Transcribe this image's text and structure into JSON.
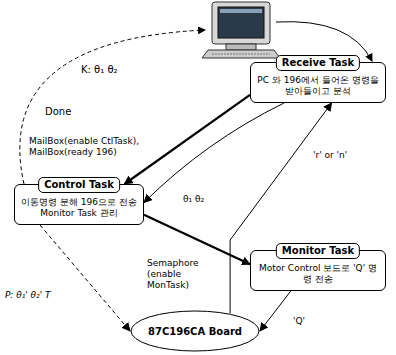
{
  "diagram": {
    "nodes": [
      {
        "text": [
          "Receive Task",
          "PC 와 196에서 들어온 명령을 받아들이고 분석"
        ]
      },
      {
        "text": [
          "Control Task",
          "이동명령 분해 196으로 전송 Monitor Task 관리"
        ]
      },
      {
        "text": [
          "Monitor Task",
          "Motor Control 보드로 'Q' 명령 전송"
        ]
      },
      {
        "text": [
          "87C196CA Board"
        ]
      }
    ],
    "edges": [
      {
        "from": 0,
        "to": 1,
        "label": "MailBox(enable CtlTask), MailBox(ready 196)",
        "arrow": "to"
      },
      {
        "from": 0,
        "to": 1,
        "label": "θ₁ θ₂",
        "arrow": "to"
      },
      {
        "from": 1,
        "to": 2,
        "label": "Semaphore (enable MonTask)",
        "arrow": "to"
      },
      {
        "from": 1,
        "to": 3,
        "label": "P: θ₁' θ₂' T",
        "arrow": "to"
      },
      {
        "from": 3,
        "to": 0,
        "label": "'r' or 'n'",
        "arrow": "to"
      },
      {
        "from": 2,
        "to": 3,
        "label": "'Q'",
        "arrow": "to"
      }
    ],
    "labels": [
      "K: θ₁ θ₂",
      "Done"
    ]
  }
}
